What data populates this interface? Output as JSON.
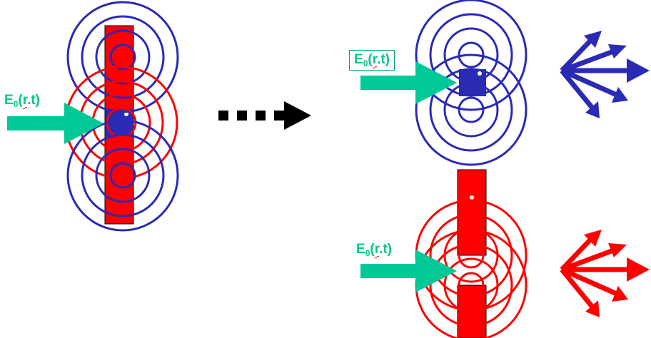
{
  "labels": {
    "field_symbol": "E",
    "field_subscript": "0",
    "field_open": "(",
    "field_r": "r",
    "field_rest": ".t)"
  },
  "colors": {
    "blue": "#2a2ab5",
    "red": "#ff0000",
    "green": "#00c896",
    "black": "#000000"
  }
}
